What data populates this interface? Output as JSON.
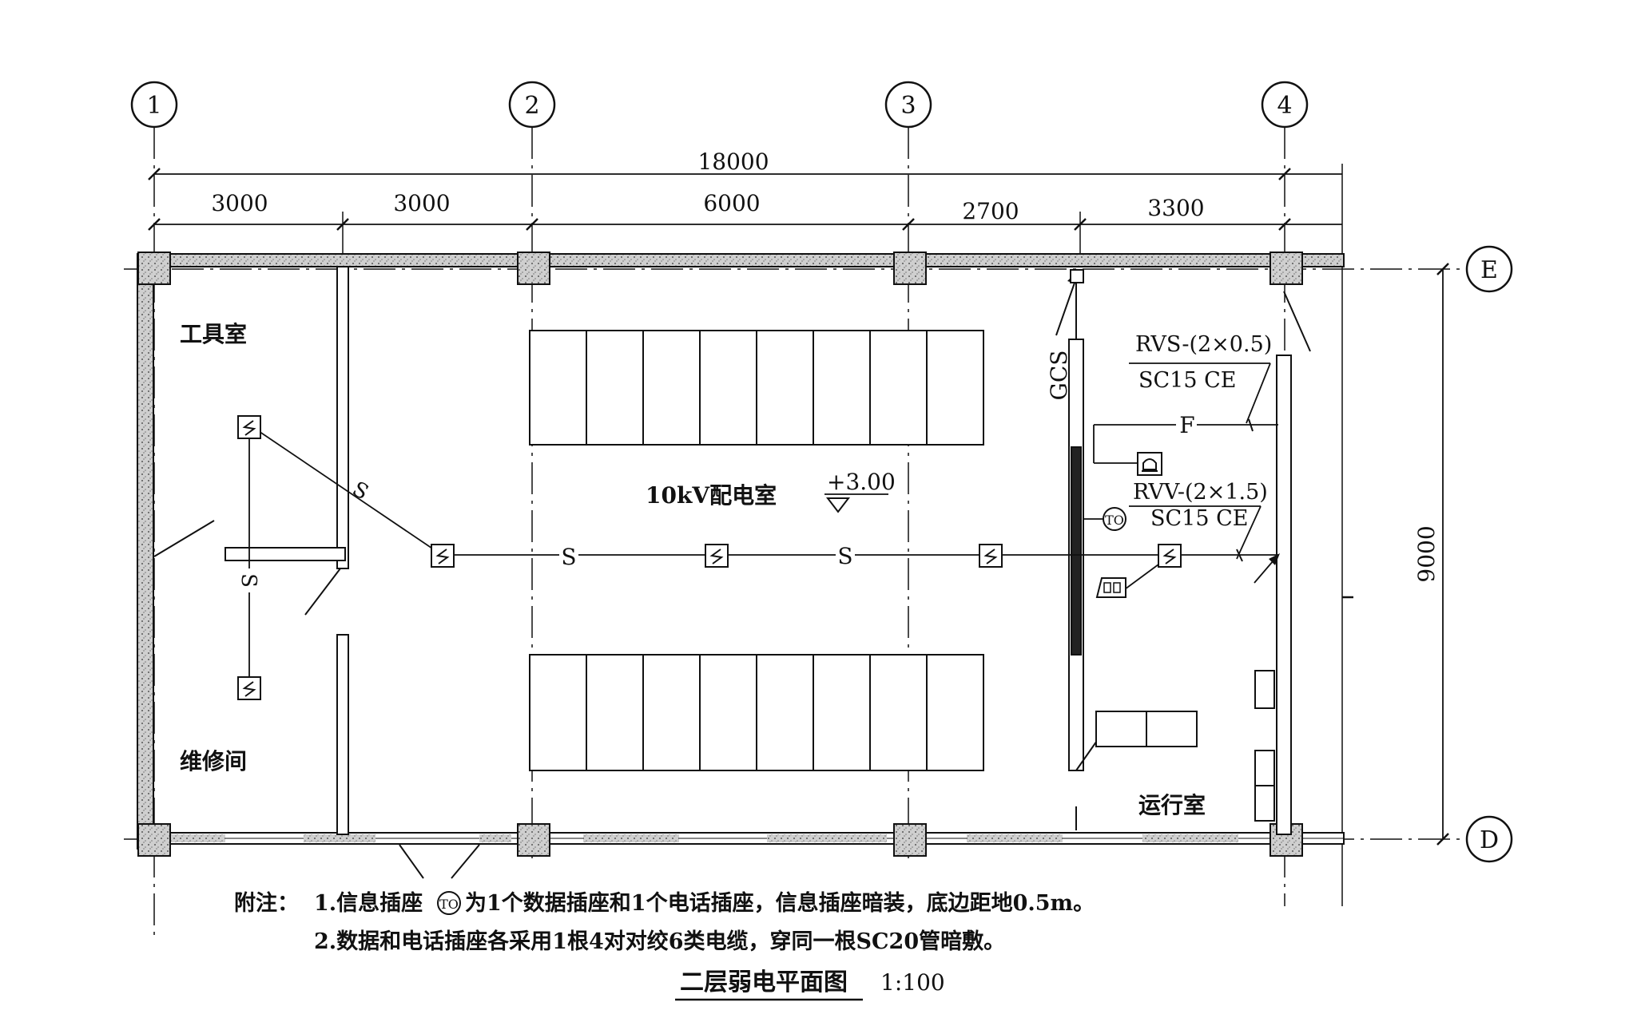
{
  "axes": {
    "columns": [
      "1",
      "2",
      "3",
      "4"
    ],
    "rows": [
      "E",
      "D"
    ]
  },
  "dimensions": {
    "total": "18000",
    "spans": [
      "3000",
      "3000",
      "6000",
      "2700",
      "3300"
    ],
    "height": "9000"
  },
  "rooms": {
    "tool_room": "工具室",
    "repair_room": "维修间",
    "switch_room": "10kV配电室",
    "operation_room": "运行室"
  },
  "elevation": "+3.00",
  "cables": {
    "gcs": "GCS",
    "rvs": "RVS-(2×0.5)",
    "rvs_conduit": "SC15 CE",
    "rvv": "RVV-(2×1.5)",
    "rvv_conduit": "SC15 CE",
    "fire_line": "F",
    "s_line": "S"
  },
  "symbols": {
    "to": "TO"
  },
  "notes": {
    "prefix": "附注：",
    "note1_a": "1.信息插座",
    "note1_b": "为1个数据插座和1个电话插座，信息插座暗装，底边距地0.5m。",
    "note2": "2.数据和电话插座各采用1根4对对绞6类电缆，穿同一根SC20管暗敷。"
  },
  "title": {
    "name": "二层弱电平面图",
    "scale": "1:100"
  }
}
